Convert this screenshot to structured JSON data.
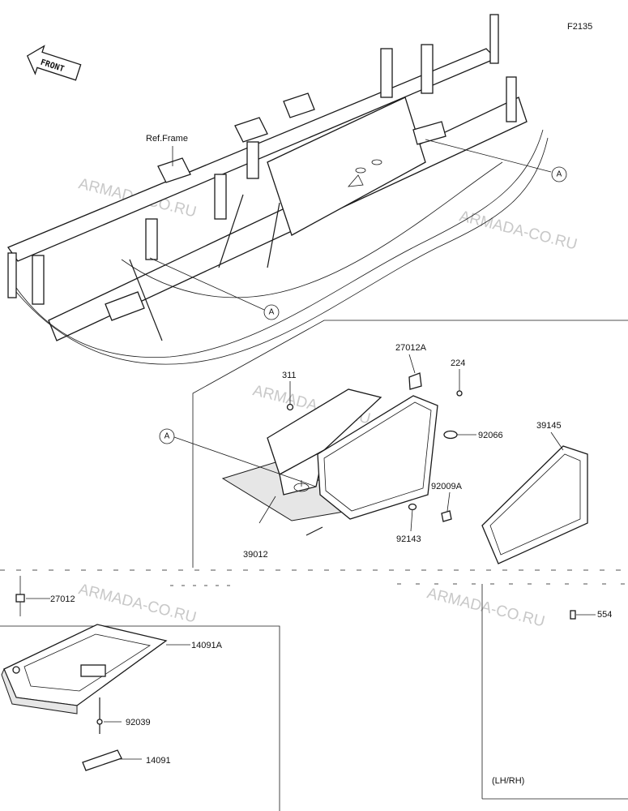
{
  "figure_code": "F2135",
  "front_label": "FRONT",
  "ref_frame_label": "Ref.Frame",
  "watermark": "ARMADA-CO.RU",
  "callout_letter": "A",
  "note_lh_rh": "(LH/RH)",
  "parts": {
    "p27012A": "27012A",
    "p224": "224",
    "p311": "311",
    "p92066": "92066",
    "p39145": "39145",
    "p92009A": "92009A",
    "p92143": "92143",
    "p39012": "39012",
    "p27012": "27012",
    "p14091A": "14091A",
    "p554": "554",
    "p92039": "92039",
    "p14091": "14091"
  }
}
